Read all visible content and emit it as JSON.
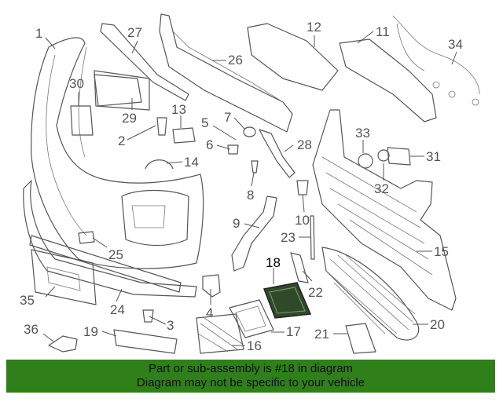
{
  "callouts": {
    "c1": "1",
    "c2": "2",
    "c3": "3",
    "c4": "4",
    "c5": "5",
    "c6": "6",
    "c7": "7",
    "c8": "8",
    "c9": "9",
    "c10": "10",
    "c11": "11",
    "c12": "12",
    "c13": "13",
    "c14": "14",
    "c15": "15",
    "c16": "16",
    "c17": "17",
    "c18": "18",
    "c19": "19",
    "c20": "20",
    "c21": "21",
    "c22": "22",
    "c23": "23",
    "c24": "24",
    "c25": "25",
    "c26": "26",
    "c27": "27",
    "c28": "28",
    "c29": "29",
    "c30": "30",
    "c31": "31",
    "c32": "32",
    "c33": "33",
    "c34": "34",
    "c35": "35",
    "c36": "36"
  },
  "highlighted_part": "18",
  "banner": {
    "line1": "Part or sub-assembly is #18 in diagram",
    "line2": "Diagram may not be specific to your vehicle",
    "background": "#2f7f1a"
  }
}
